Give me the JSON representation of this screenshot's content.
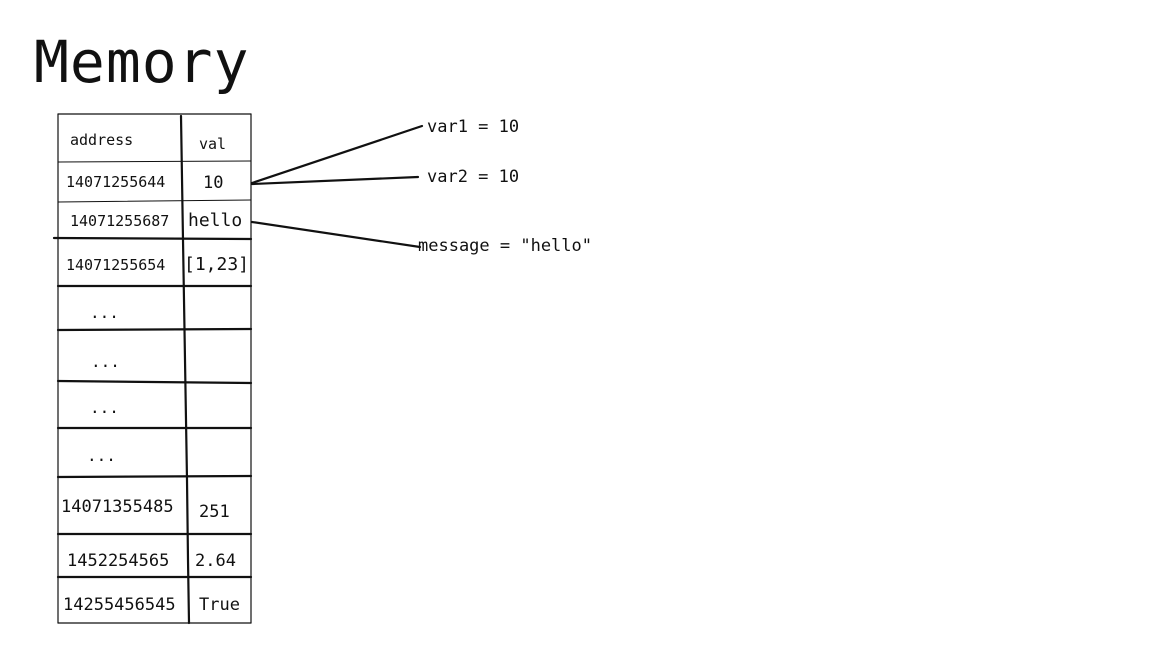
{
  "title": "Memory",
  "table": {
    "headers": {
      "address": "address",
      "value": "val"
    },
    "rows": [
      {
        "address": "14071255644",
        "value": "10"
      },
      {
        "address": "14071255687",
        "value": "hello"
      },
      {
        "address": "14071255654",
        "value": "[1,23]"
      },
      {
        "address": "...",
        "value": ""
      },
      {
        "address": "...",
        "value": ""
      },
      {
        "address": "...",
        "value": ""
      },
      {
        "address": "...",
        "value": ""
      },
      {
        "address": "14071355485",
        "value": "251"
      },
      {
        "address": "1452254565",
        "value": "2.64"
      },
      {
        "address": "14255456545",
        "value": "True"
      }
    ]
  },
  "variables": [
    {
      "label": "var1 = 10",
      "points_to_row": 0
    },
    {
      "label": "var2 = 10",
      "points_to_row": 0
    },
    {
      "label": "message = \"hello\"",
      "points_to_row": 1
    }
  ],
  "colors": {
    "ink": "#111111",
    "background": "#ffffff"
  }
}
